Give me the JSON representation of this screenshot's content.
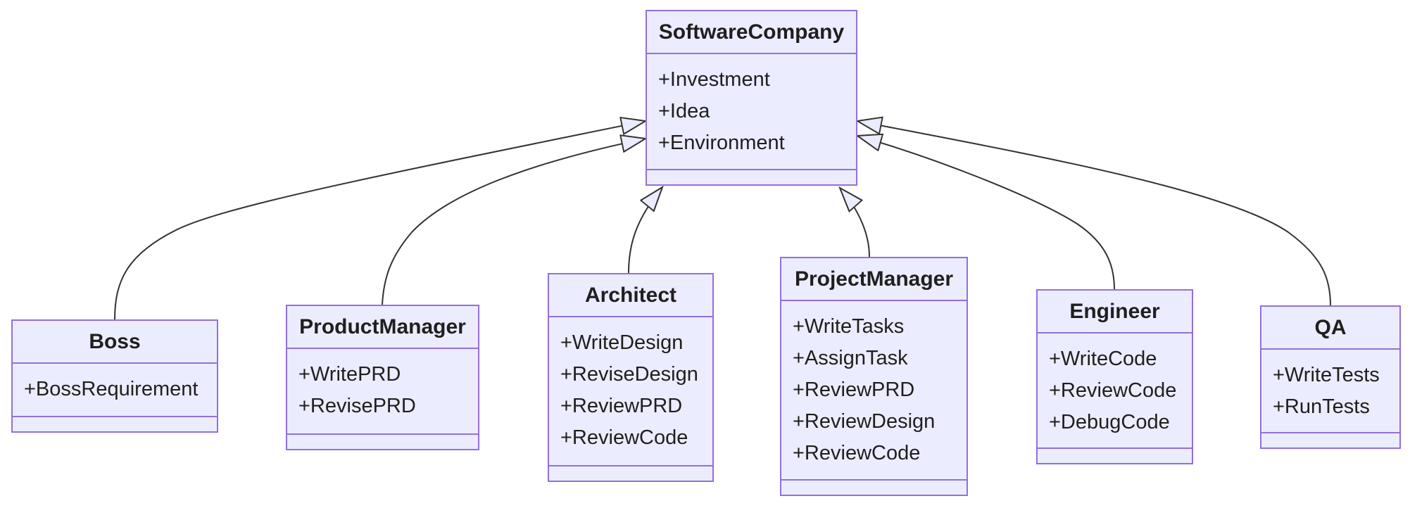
{
  "diagram": {
    "kind": "uml-class-diagram",
    "classes": {
      "softwareCompany": {
        "name": "SoftwareCompany",
        "attributes": [
          "+Investment",
          "+Idea",
          "+Environment"
        ]
      },
      "boss": {
        "name": "Boss",
        "attributes": [
          "+BossRequirement"
        ]
      },
      "productManager": {
        "name": "ProductManager",
        "attributes": [
          "+WritePRD",
          "+RevisePRD"
        ]
      },
      "architect": {
        "name": "Architect",
        "attributes": [
          "+WriteDesign",
          "+ReviseDesign",
          "+ReviewPRD",
          "+ReviewCode"
        ]
      },
      "projectManager": {
        "name": "ProjectManager",
        "attributes": [
          "+WriteTasks",
          "+AssignTask",
          "+ReviewPRD",
          "+ReviewDesign",
          "+ReviewCode"
        ]
      },
      "engineer": {
        "name": "Engineer",
        "attributes": [
          "+WriteCode",
          "+ReviewCode",
          "+DebugCode"
        ]
      },
      "qa": {
        "name": "QA",
        "attributes": [
          "+WriteTests",
          "+RunTests"
        ]
      }
    },
    "relationships": [
      {
        "from": "Boss",
        "to": "SoftwareCompany",
        "type": "inheritance"
      },
      {
        "from": "ProductManager",
        "to": "SoftwareCompany",
        "type": "inheritance"
      },
      {
        "from": "Architect",
        "to": "SoftwareCompany",
        "type": "inheritance"
      },
      {
        "from": "ProjectManager",
        "to": "SoftwareCompany",
        "type": "inheritance"
      },
      {
        "from": "Engineer",
        "to": "SoftwareCompany",
        "type": "inheritance"
      },
      {
        "from": "QA",
        "to": "SoftwareCompany",
        "type": "inheritance"
      }
    ],
    "colors": {
      "box_fill": "#ECECFF",
      "box_border": "#9370DB",
      "edge_stroke": "#333333",
      "text": "#1F1F1F",
      "background": "#FFFFFF"
    }
  }
}
